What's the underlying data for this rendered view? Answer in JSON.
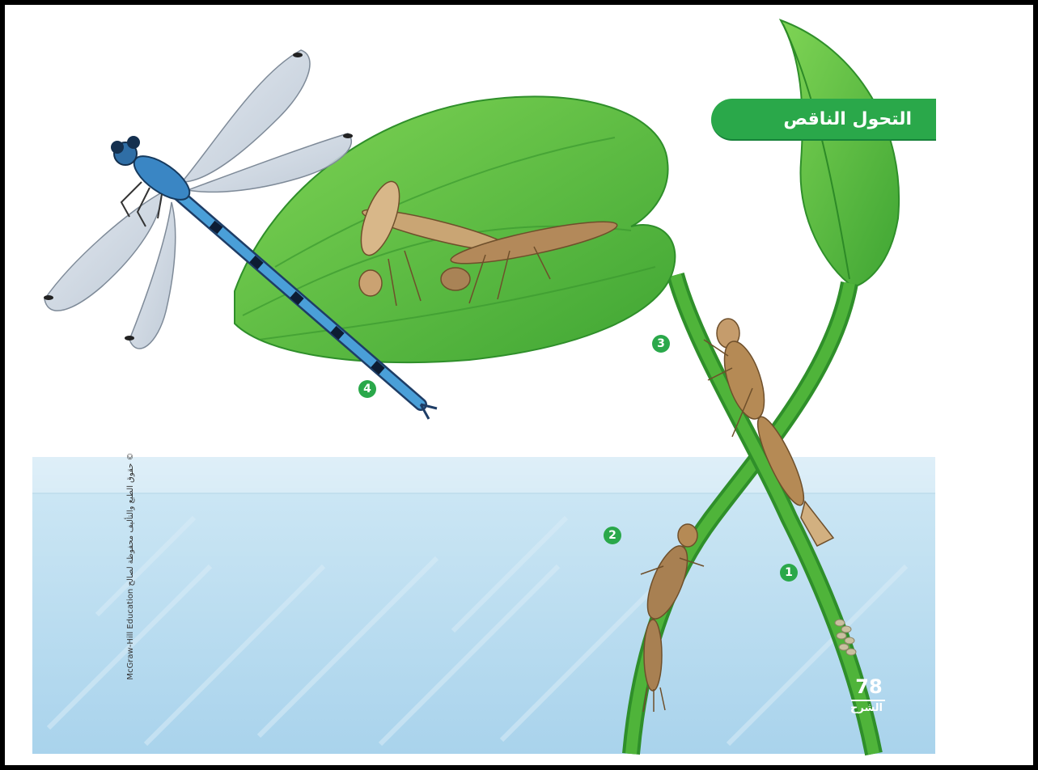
{
  "title": "التحول الناقص",
  "steps": [
    "1",
    "2",
    "3",
    "4"
  ],
  "page": {
    "number": "78",
    "label": "الشرح"
  },
  "copyright": "McGraw-Hill Education حقوق الطبع والتأليف محفوظة لصالح ©",
  "colors": {
    "banner": "#2aa84a",
    "leaf": "#5cc043",
    "water": "#b9dcef",
    "dragonfly_body": "#4a9fd8",
    "nymph": "#b58a55",
    "frame": "#000000"
  }
}
